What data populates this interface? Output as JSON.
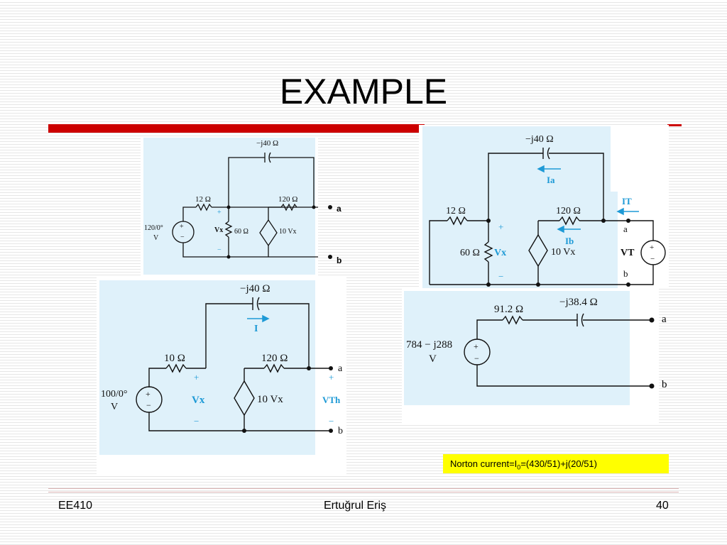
{
  "slide": {
    "title": "EXAMPLE",
    "accent_color": "#cc0000"
  },
  "circuit1": {
    "cap_label": "−j40 Ω",
    "r1_label": "12 Ω",
    "r2_label": "120 Ω",
    "r3_label": "60 Ω",
    "source_mag": "120/0°",
    "source_unit": "V",
    "vx": "Vx",
    "dep_label": "10 Vx",
    "terminal_a": "a",
    "terminal_b": "b",
    "plus": "+",
    "minus": "−"
  },
  "circuit2": {
    "cap_label": "−j40 Ω",
    "current_label": "Ia",
    "r1_label": "12 Ω",
    "r2_label": "120 Ω",
    "current_b": "Ib",
    "current_t": "IT",
    "r3_label": "60 Ω",
    "vx": "Vx",
    "dep_label": "10 Vx",
    "terminal_a": "a",
    "terminal_b": "b",
    "vt_label": "VT"
  },
  "circuit3": {
    "cap_label": "−j40 Ω",
    "current_label": "I",
    "r1_label": "10 Ω",
    "r2_label": "120 Ω",
    "source_mag": "100/0°",
    "source_unit": "V",
    "vx": "Vx",
    "dep_label": "10 Vx",
    "vth": "VTh",
    "terminal_a": "a",
    "terminal_b": "b"
  },
  "circuit4": {
    "r_label": "91.2 Ω",
    "cap_label": "−j38.4 Ω",
    "source_value": "784 − j288",
    "source_unit": "V",
    "terminal_a": "a",
    "terminal_b": "b"
  },
  "norton_note": {
    "prefix": "Norton current=I",
    "subscript": "0",
    "suffix": "=(430/51)+j(20/51)"
  },
  "footer": {
    "course": "EE410",
    "author": "Ertuğrul Eriş",
    "page": "40"
  },
  "colors": {
    "panel_bg": "#dff1fa",
    "note_bg": "#ffff00",
    "accent_blue": "#1e9ad6"
  }
}
